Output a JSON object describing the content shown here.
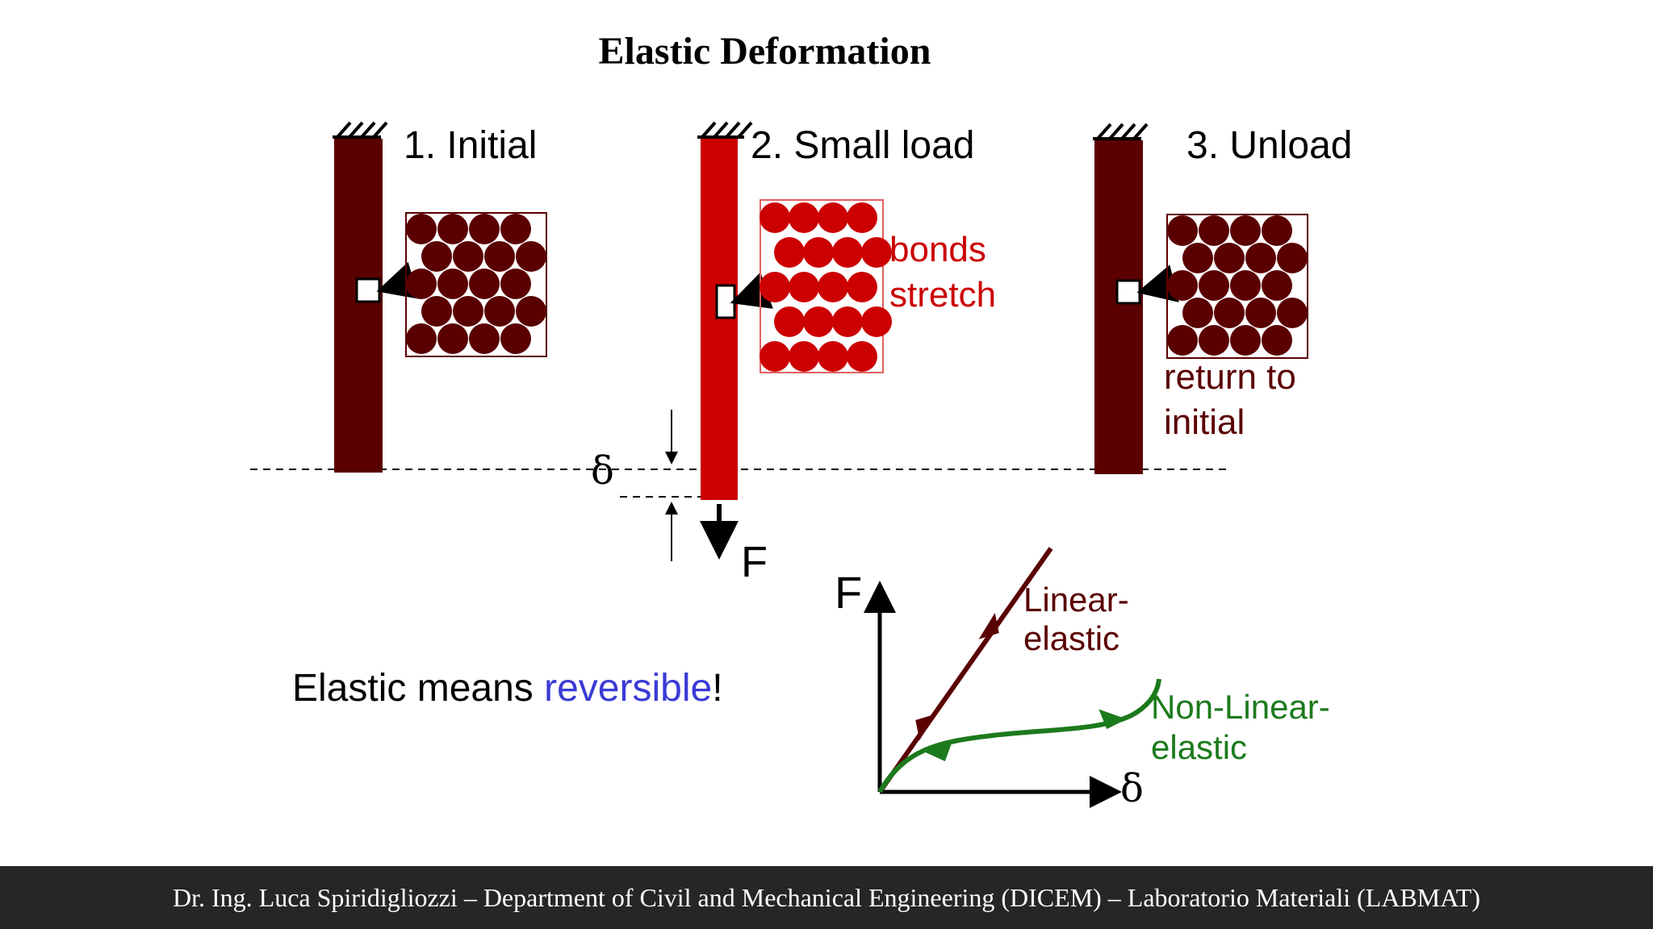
{
  "slide": {
    "title": "Elastic Deformation",
    "panels": [
      {
        "label": "1. Initial"
      },
      {
        "label": "2. Small load",
        "note_line1": "bonds",
        "note_line2": "stretch"
      },
      {
        "label": "3. Unload",
        "note_line1": "return to",
        "note_line2": "initial"
      }
    ],
    "symbols": {
      "delta": "δ",
      "force": "F"
    },
    "statement": {
      "prefix": "Elastic means ",
      "highlight": "reversible",
      "suffix": "!"
    },
    "graph": {
      "y_label": "F",
      "x_label": "δ",
      "linear_line1": "Linear-",
      "linear_line2": "elastic",
      "nonlinear_line1": "Non-Linear-",
      "nonlinear_line2": "elastic"
    },
    "colors": {
      "dark_red": "#5a0000",
      "bright_red": "#cc0000",
      "blue": "#3a3ad6",
      "green": "#1c7a1c",
      "footer_bg": "#262626"
    }
  },
  "footer": {
    "text": "Dr. Ing. Luca Spiridigliozzi – Department of Civil and Mechanical Engineering (DICEM) – Laboratorio Materiali (LABMAT)"
  }
}
